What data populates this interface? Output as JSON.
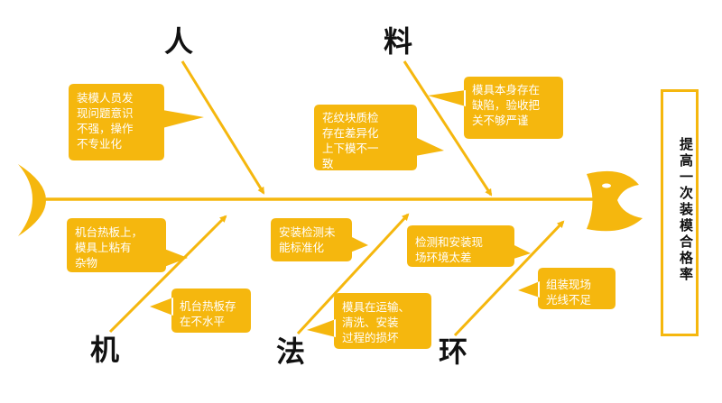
{
  "colors": {
    "accent": "#F5B70E",
    "text_on_accent": "#FFFFFF",
    "category_text": "#111111"
  },
  "categories": {
    "people": "人",
    "material": "料",
    "machine": "机",
    "method": "法",
    "environment": "环"
  },
  "causes": {
    "people_1": "装模人员发\n现问题意识\n不强，操作\n不专业化",
    "material_1": "花纹块质检\n存在差异化\n上下模不一\n致",
    "material_2": "模具本身存在\n缺陷，验收把\n关不够严谨",
    "machine_1": "机台热板上，\n模具上粘有\n杂物",
    "machine_2": "机台热板存\n在不水平",
    "method_1": "安装检测未\n能标准化",
    "method_2": "模具在运输、\n清洗、安装\n过程的损坏",
    "environment_1": "检测和安装现\n场环境太差",
    "environment_2": "组装现场\n光线不足"
  },
  "result": {
    "label": "提高一次装模合格率"
  }
}
